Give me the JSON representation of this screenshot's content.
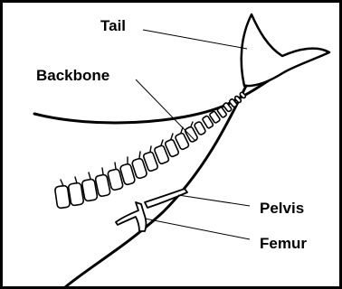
{
  "diagram": {
    "labels": {
      "tail": "Tail",
      "backbone": "Backbone",
      "pelvis": "Pelvis",
      "femur": "Femur"
    }
  }
}
